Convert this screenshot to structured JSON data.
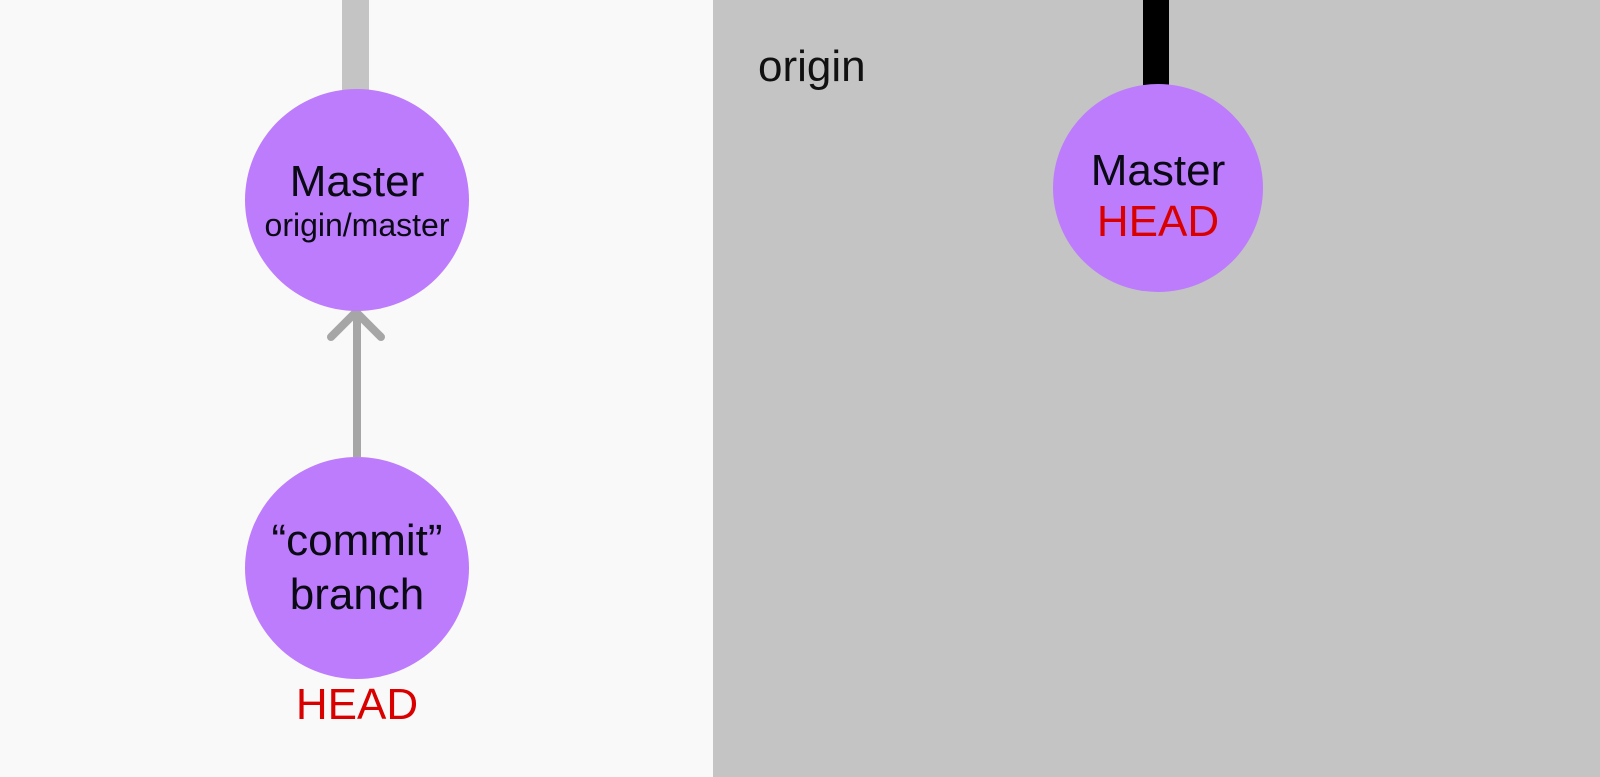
{
  "colors": {
    "local_background": "#f9f9f9",
    "origin_background": "#c4c4c4",
    "node_fill": "#bd7cfb",
    "head_text": "#d90000",
    "connector_light": "#c4c4c4",
    "connector_dark": "#000000",
    "arrow": "#a6a6a6"
  },
  "local": {
    "master_node": {
      "title": "Master",
      "subtitle": "origin/master"
    },
    "commit_branch_node": {
      "line1": "“commit”",
      "line2": "branch"
    },
    "head_label": "HEAD"
  },
  "origin": {
    "title": "origin",
    "master_node": {
      "title": "Master",
      "head_label": "HEAD"
    }
  }
}
